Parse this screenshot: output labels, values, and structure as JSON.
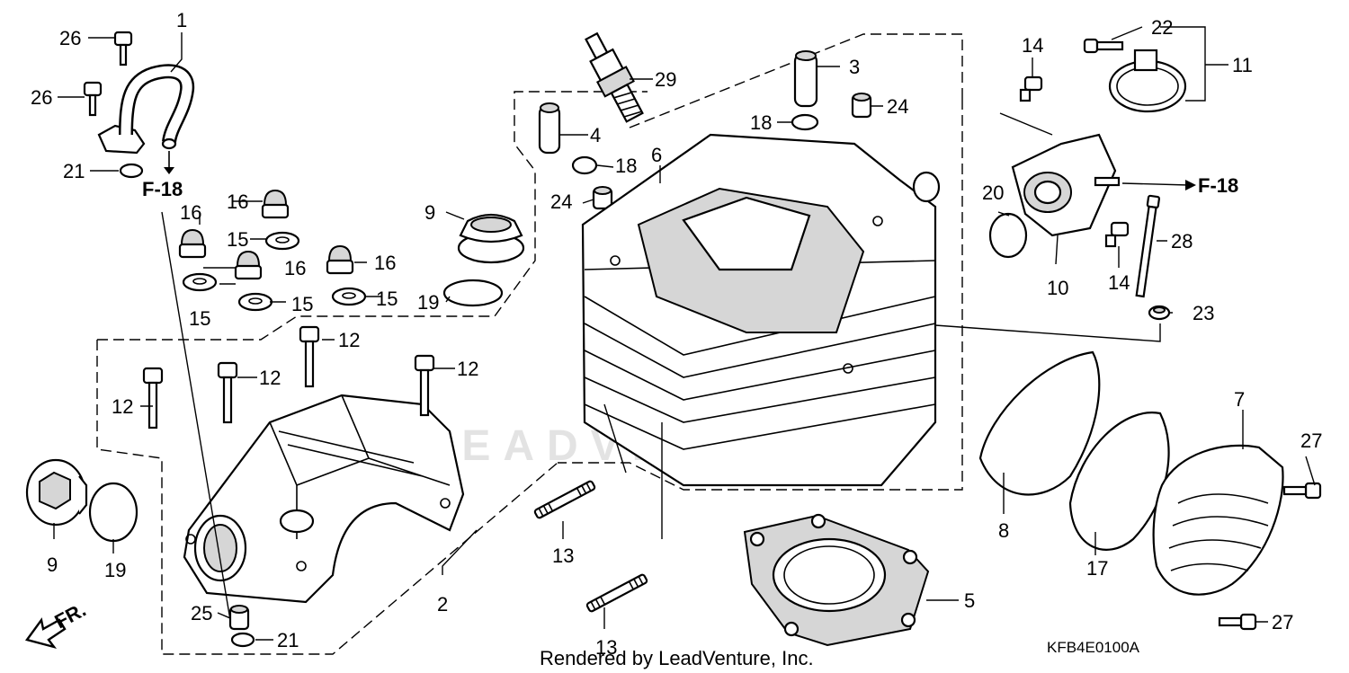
{
  "labels": {
    "p1": "1",
    "p2": "2",
    "p3": "3",
    "p4": "4",
    "p5": "5",
    "p6": "6",
    "p7": "7",
    "p8": "8",
    "p9a": "9",
    "p9b": "9",
    "p10": "10",
    "p11": "11",
    "p12a": "12",
    "p12b": "12",
    "p12c": "12",
    "p12d": "12",
    "p13a": "13",
    "p13b": "13",
    "p14a": "14",
    "p14b": "14",
    "p15a": "15",
    "p15b": "15",
    "p15c": "15",
    "p15d": "15",
    "p16a": "16",
    "p16b": "16",
    "p16c": "16",
    "p16d": "16",
    "p17": "17",
    "p18a": "18",
    "p18b": "18",
    "p19a": "19",
    "p19b": "19",
    "p20": "20",
    "p21a": "21",
    "p21b": "21",
    "p22": "22",
    "p23": "23",
    "p24a": "24",
    "p24b": "24",
    "p25": "25",
    "p26a": "26",
    "p26b": "26",
    "p27a": "27",
    "p27b": "27",
    "p28": "28",
    "p29": "29"
  },
  "refs": {
    "left": "F-18",
    "right": "F-18"
  },
  "direction": "FR.",
  "watermark": "LEADVENTURE",
  "footer": {
    "rendered_by": "Rendered by LeadVenture, Inc.",
    "diagram_code": "KFB4E0100A"
  }
}
